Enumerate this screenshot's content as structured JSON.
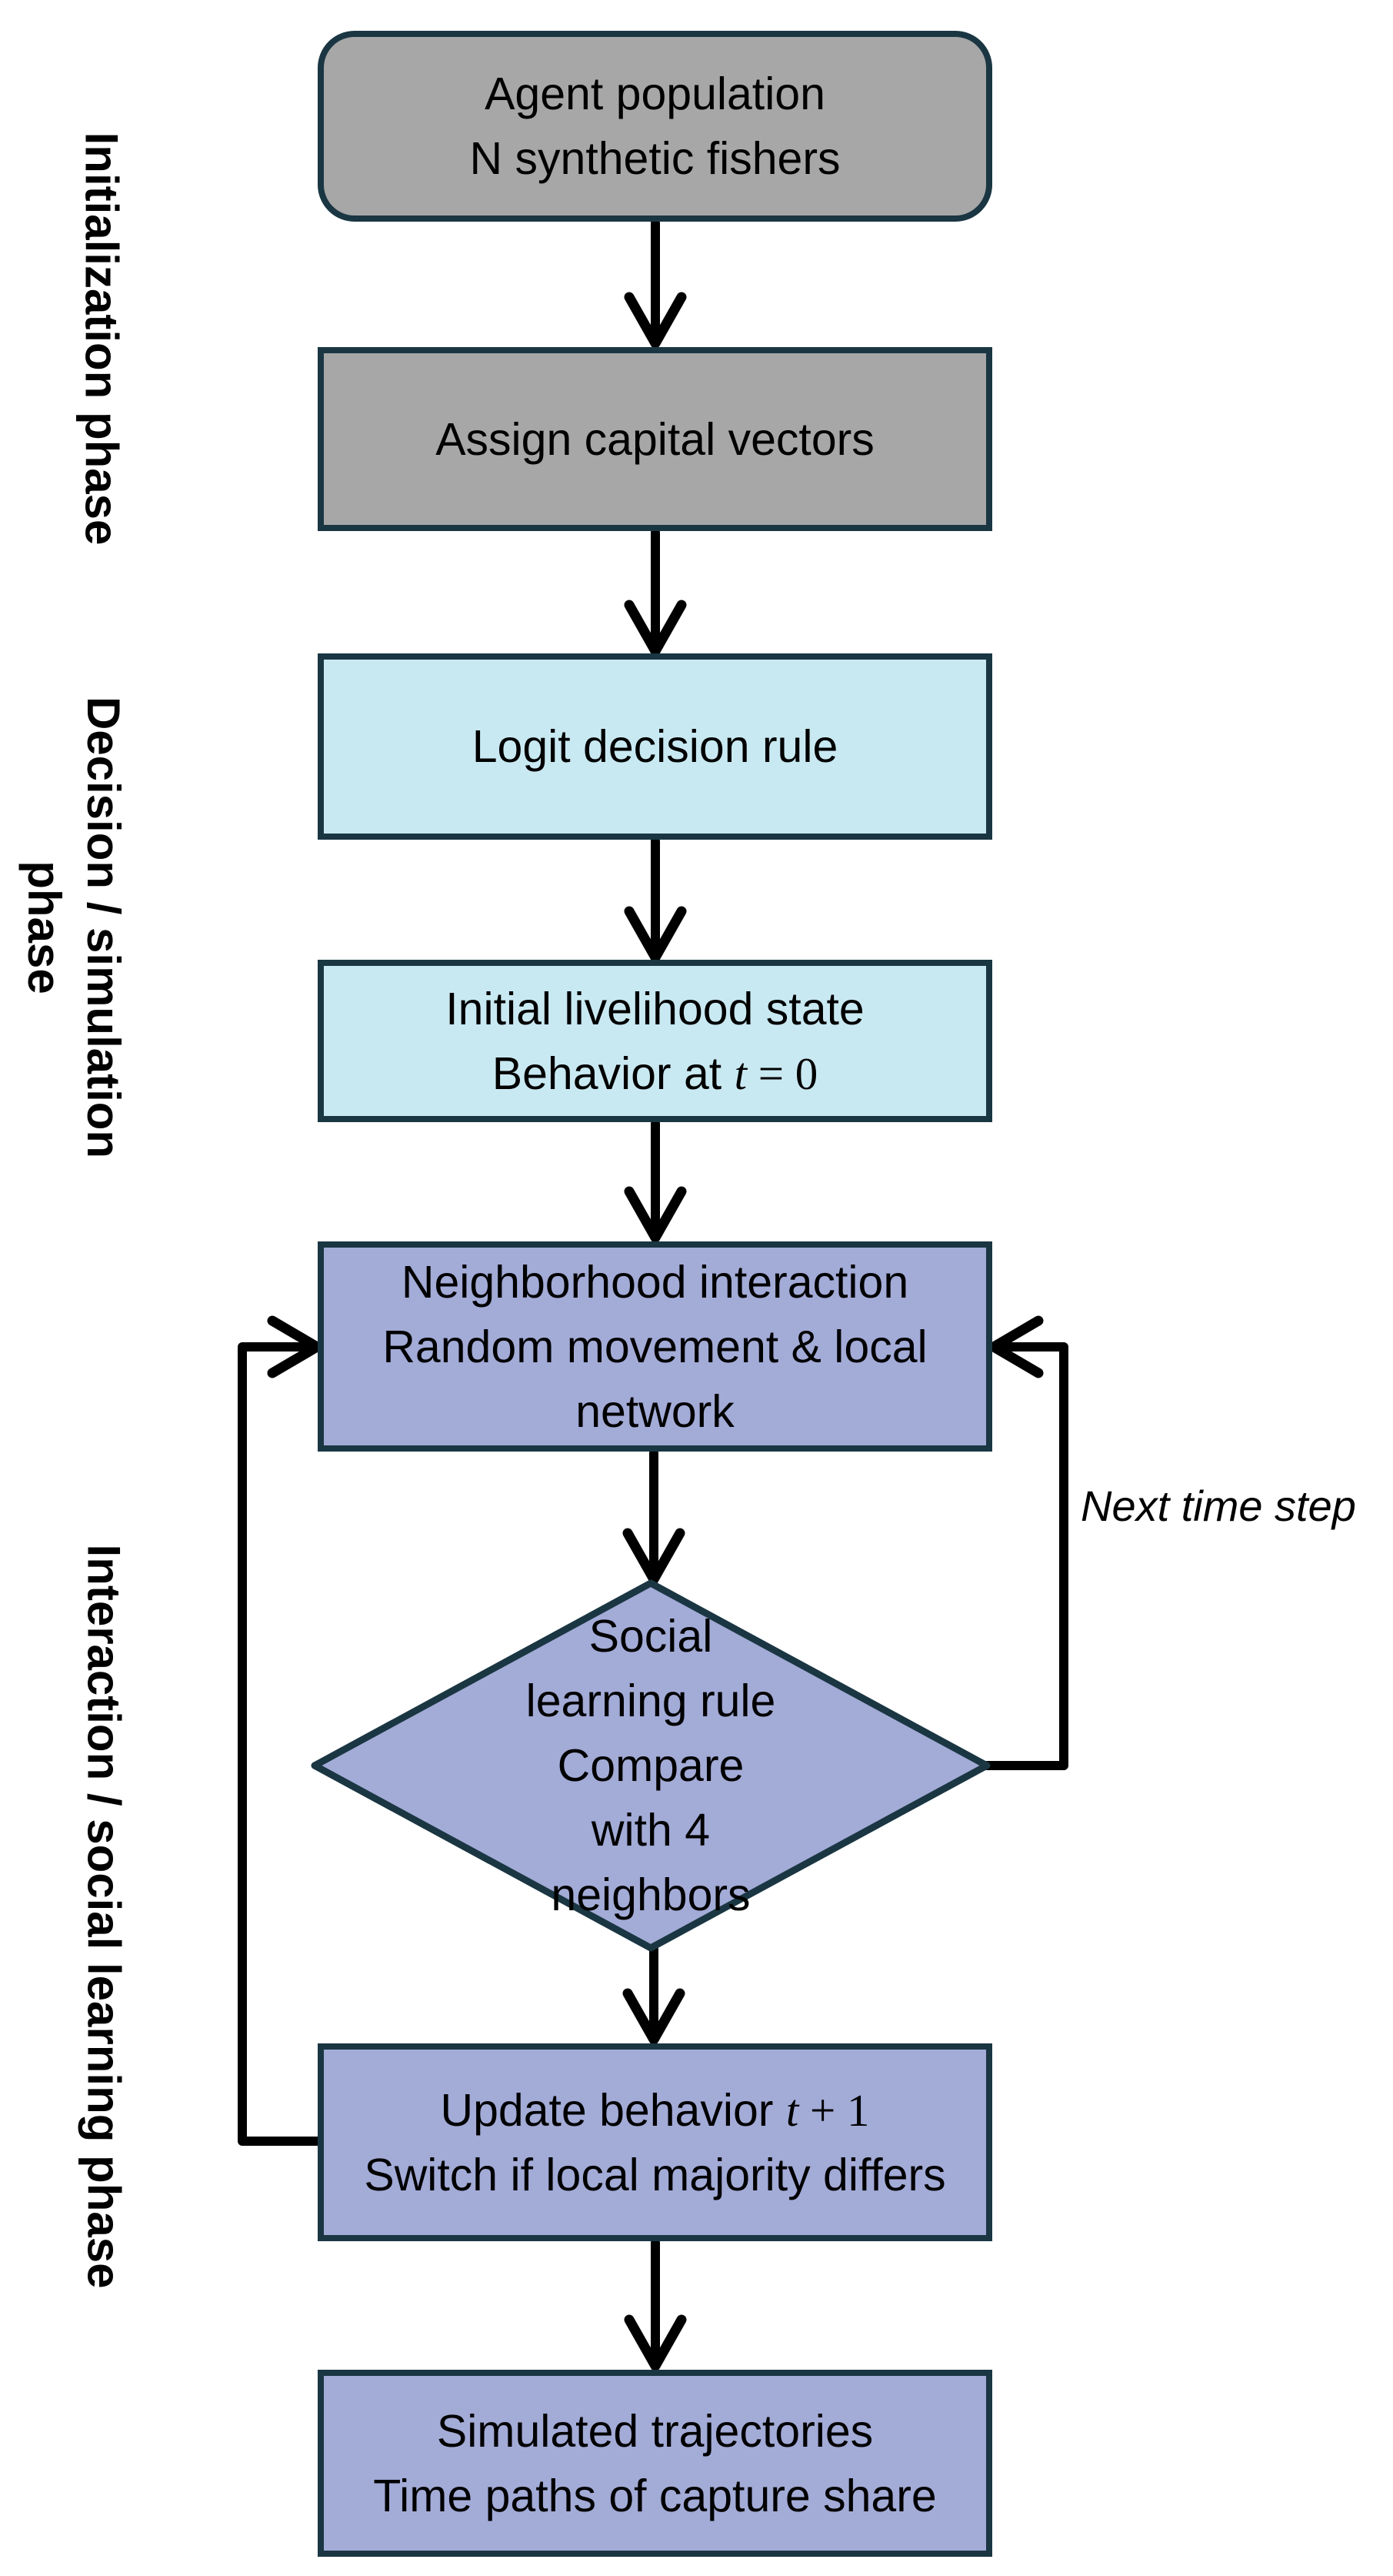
{
  "diagram": {
    "colors": {
      "background": "#ffffff",
      "init_fill": "#a7a7a7",
      "decision_fill": "#c9e9f2",
      "interaction_fill": "#a3abd7",
      "shape_border": "#1a3642",
      "arrow": "#000000",
      "text": "#000000"
    },
    "phases": {
      "initialization": {
        "label": "Initialization phase"
      },
      "decision": {
        "label_line1": "Decision / simulation",
        "label_line2": "phase"
      },
      "interaction": {
        "label": "Interaction / social learning phase"
      }
    },
    "nodes": {
      "agent_population": {
        "line1": "Agent population",
        "line2": "N synthetic fishers"
      },
      "assign_capital": {
        "line1": "Assign capital vectors"
      },
      "logit_rule": {
        "line1": "Logit decision rule"
      },
      "initial_state": {
        "line1": "Initial livelihood state",
        "line2_pre": "Behavior at ",
        "line2_math": "t",
        "line2_post": " = 0"
      },
      "neighborhood": {
        "line1": "Neighborhood interaction",
        "line2": "Random movement & local",
        "line3": "network"
      },
      "social_learning": {
        "line1": "Social",
        "line2": "learning rule",
        "line3": "Compare",
        "line4": "with 4",
        "line5": "neighbors"
      },
      "update_behavior": {
        "line1_pre": "Update behavior ",
        "line1_math": "t",
        "line1_post": " + 1",
        "line2": "Switch if local majority differs"
      },
      "trajectories": {
        "line1": "Simulated trajectories",
        "line2": "Time paths of capture share"
      }
    },
    "annotations": {
      "next_time_step": "Next time step"
    }
  }
}
